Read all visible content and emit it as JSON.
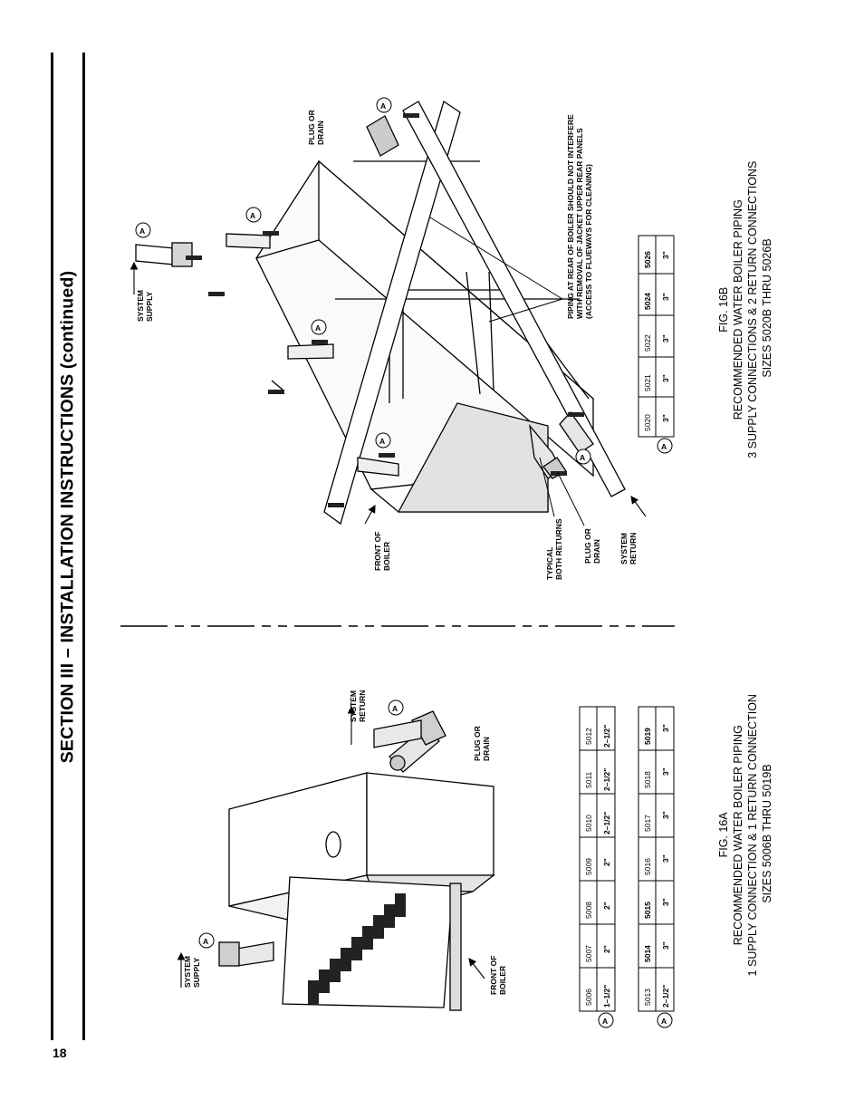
{
  "page_number": "18",
  "section_title": "SECTION III – INSTALLATION  INSTRUCTIONS (continued)",
  "labels": {
    "system_supply": [
      "SYSTEM",
      "SUPPLY"
    ],
    "system_return": [
      "SYSTEM",
      "RETURN"
    ],
    "front_of_boiler": [
      "FRONT OF",
      "BOILER"
    ],
    "plug_or_drain": [
      "PLUG OR",
      "DRAIN"
    ],
    "typical_both_returns": [
      "TYPICAL",
      "BOTH RETURNS"
    ],
    "piping_note": [
      "PIPING AT REAR OF BOILER SHOULD NOT INTERFERE",
      "WITH REMOVAL OF JACKET UPPER REAR PANELS",
      "(ACCESS TO FLUEWAYS FOR CLEANING)"
    ],
    "marker": "A"
  },
  "fig16a": {
    "caption": [
      "FIG. 16A",
      "RECOMMENDED WATER BOILER PIPING",
      "1 SUPPLY CONNECTION & 1 RETURN CONNECTION",
      "SIZES 5006B THRU 5019B"
    ],
    "table1": {
      "headers": [
        "5006",
        "5007",
        "5008",
        "5009",
        "5010",
        "5011",
        "5012"
      ],
      "values": [
        "1–1/2\"",
        "2\"",
        "2\"",
        "2\"",
        "2–1/2\"",
        "2–1/2\"",
        "2–1/2\""
      ]
    },
    "table2": {
      "headers": [
        "5013",
        "5014",
        "5015",
        "5016",
        "5017",
        "5018",
        "5019"
      ],
      "values": [
        "2–1/2\"",
        "3\"",
        "3\"",
        "3\"",
        "3\"",
        "3\"",
        "3\""
      ]
    }
  },
  "fig16b": {
    "caption": [
      "FIG. 16B",
      "RECOMMENDED WATER BOILER PIPING",
      "3 SUPPLY CONNECTIONS & 2 RETURN CONNECTIONS",
      "SIZES 5020B THRU 5026B"
    ],
    "table": {
      "headers": [
        "5020",
        "5021",
        "5022",
        "5024",
        "5026"
      ],
      "values": [
        "3\"",
        "3\"",
        "3\"",
        "3\"",
        "3\""
      ]
    }
  }
}
